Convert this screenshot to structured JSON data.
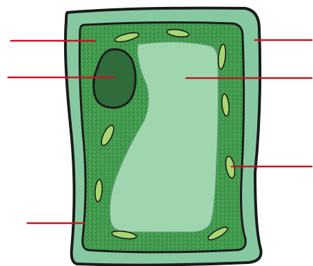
{
  "diagram": {
    "subject": "plant-cell",
    "colors": {
      "outline": "#1a1a1a",
      "cell_wall": "#86c9a1",
      "cytoplasm": "#3f9a4c",
      "cytoplasm_speckle_dark": "#2a6f34",
      "cytoplasm_speckle_light": "#8fd08f",
      "vacuole": "#9fd6b0",
      "nucleus": "#2f6b3b",
      "chloroplast": "#a8d672",
      "label_line": "#c8141e"
    },
    "parts": [
      {
        "id": "cell-wall",
        "labeled": true
      },
      {
        "id": "cell-membrane",
        "labeled": true
      },
      {
        "id": "cytoplasm",
        "labeled": true
      },
      {
        "id": "nucleus",
        "labeled": true
      },
      {
        "id": "vacuole",
        "labeled": true
      },
      {
        "id": "chloroplast",
        "labeled": true
      }
    ],
    "label_count": 6
  }
}
